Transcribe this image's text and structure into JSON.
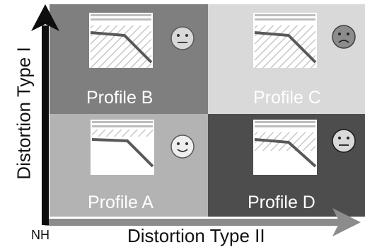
{
  "axes": {
    "y_label": "Distortion Type I",
    "x_label": "Distortion Type II",
    "origin_label": "NH"
  },
  "quadrants": [
    {
      "id": "b",
      "label": "Profile B",
      "face": "neutral",
      "bg": "#7f7f7f"
    },
    {
      "id": "c",
      "label": "Profile C",
      "face": "sad",
      "bg": "#d9d9d9"
    },
    {
      "id": "a",
      "label": "Profile A",
      "face": "happy",
      "bg": "#b3b3b3"
    },
    {
      "id": "d",
      "label": "Profile D",
      "face": "neutral",
      "bg": "#4d4d4d"
    }
  ],
  "colors": {
    "axis": "#0d0d0d",
    "axis_arrow_x": "#8c8c8c",
    "curve": "#595959",
    "hatch": "#c8c8c8",
    "face_fill_light": "#d9d9d9",
    "face_fill_dark": "#8c8c8c"
  }
}
